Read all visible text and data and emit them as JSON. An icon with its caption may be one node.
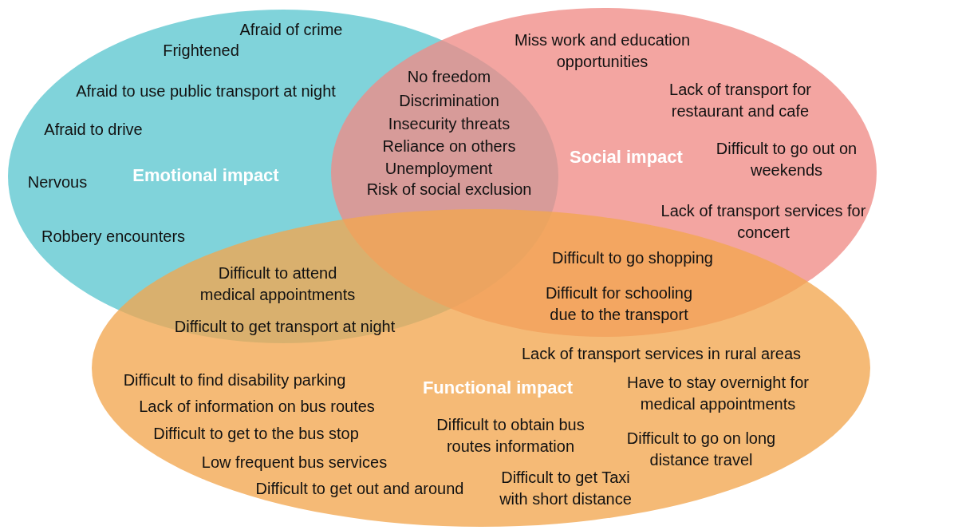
{
  "diagram": {
    "nodes": [
      {
        "text": [
          "Emotional impact"
        ]
      },
      {
        "text": [
          "Social impact"
        ]
      },
      {
        "text": [
          "Functional impact"
        ]
      }
    ],
    "labels": [
      "Afraid of crime",
      "Frightened",
      "Afraid to use public transport at night",
      "Afraid to drive",
      "Nervous",
      "Robbery encounters",
      "No freedom",
      "Discrimination",
      "Insecurity threats",
      "Reliance on others",
      "Unemployment",
      "Risk of social exclusion",
      "Miss work and education opportunities",
      "Lack of transport for restaurant and cafe",
      "Difficult to go out on weekends",
      "Lack of transport services for concert",
      "Difficult to attend medical appointments",
      "Difficult to get transport at night",
      "Difficult to go shopping",
      "Difficult for schooling due to the transport",
      "Lack of transport services in rural areas",
      "Difficult to find disability parking",
      "Have to stay overnight for medical appointments",
      "Lack of information on bus routes",
      "Difficult to obtain bus routes information",
      "Difficult to get to the bus stop",
      "Difficult to go on long distance travel",
      "Low frequent bus services",
      "Difficult to get Taxi with short distance",
      "Difficult to get out and around"
    ]
  }
}
